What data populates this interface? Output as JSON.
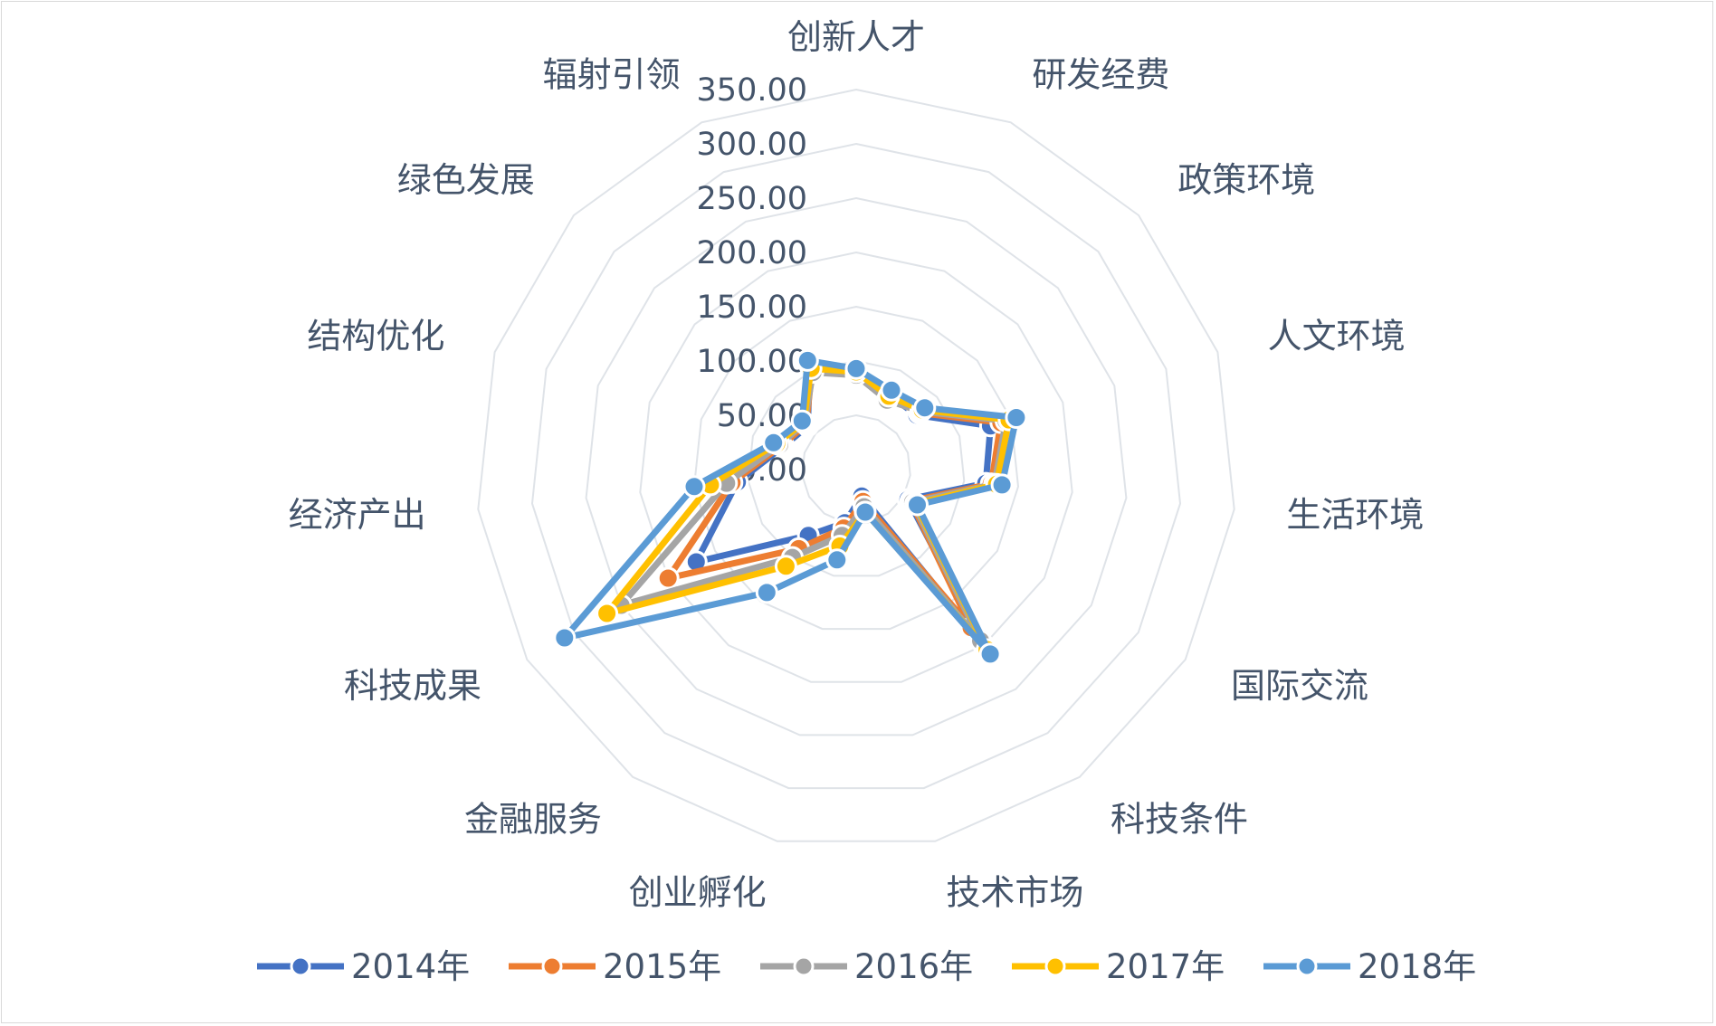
{
  "chart_data": {
    "type": "radar",
    "title": "",
    "axes": [
      "创新人才",
      "研发经费",
      "政策环境",
      "人文环境",
      "生活环境",
      "国际交流",
      "科技条件",
      "技术市场",
      "创业孵化",
      "金融服务",
      "科技成果",
      "经济产出",
      "结构优化",
      "绿色发展",
      "辐射引领"
    ],
    "rlim": [
      0,
      350
    ],
    "ticks": [
      "0.00",
      "50.00",
      "100.00",
      "150.00",
      "200.00",
      "250.00",
      "300.00",
      "350.00"
    ],
    "grid": true,
    "legend": "bottom",
    "series": [
      {
        "name": "2014年",
        "color": "#4472c4",
        "values": [
          90,
          75,
          75,
          130,
          120,
          55,
          200,
          25,
          50,
          75,
          170,
          110,
          70,
          60,
          105
        ]
      },
      {
        "name": "2015年",
        "color": "#ed7d31",
        "values": [
          88,
          73,
          78,
          140,
          125,
          58,
          180,
          30,
          55,
          90,
          200,
          115,
          72,
          62,
          100
        ]
      },
      {
        "name": "2016年",
        "color": "#a5a5a5",
        "values": [
          87,
          70,
          80,
          145,
          128,
          60,
          195,
          35,
          62,
          100,
          250,
          120,
          74,
          64,
          98
        ]
      },
      {
        "name": "2017年",
        "color": "#ffc000",
        "values": [
          90,
          74,
          82,
          148,
          130,
          63,
          205,
          40,
          72,
          110,
          265,
          135,
          77,
          65,
          102
        ]
      },
      {
        "name": "2018年",
        "color": "#5b9bd5",
        "values": [
          93,
          80,
          85,
          155,
          135,
          65,
          210,
          40,
          85,
          140,
          310,
          150,
          80,
          67,
          110
        ]
      }
    ]
  }
}
